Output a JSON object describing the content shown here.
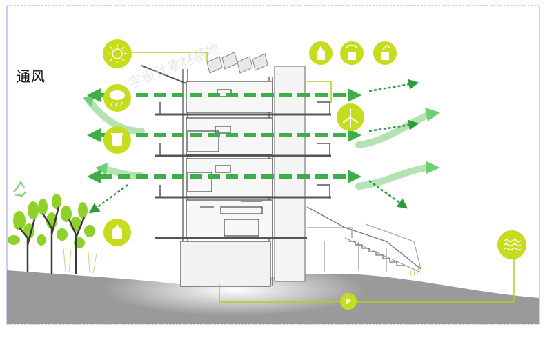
{
  "diagram": {
    "title": "通风",
    "parking_label": "P",
    "watermark": "学设计素材基地",
    "icons": [
      {
        "name": "sun-icon"
      },
      {
        "name": "rain-icon"
      },
      {
        "name": "water-tank-icon"
      },
      {
        "name": "water-collect-icon"
      },
      {
        "name": "faucet-icon-1"
      },
      {
        "name": "faucet-icon-2"
      },
      {
        "name": "faucet-icon-3"
      },
      {
        "name": "wind-turbine-icon"
      },
      {
        "name": "water-waves-icon"
      },
      {
        "name": "parking-icon"
      },
      {
        "name": "recycle-icon"
      }
    ],
    "colors": {
      "accent_green": "#c8dc1e",
      "arrow_green": "#3fae49",
      "airflow_green": "#5cc26a",
      "ground": "#9a9a9a",
      "frame": "#8fa0e8"
    }
  }
}
